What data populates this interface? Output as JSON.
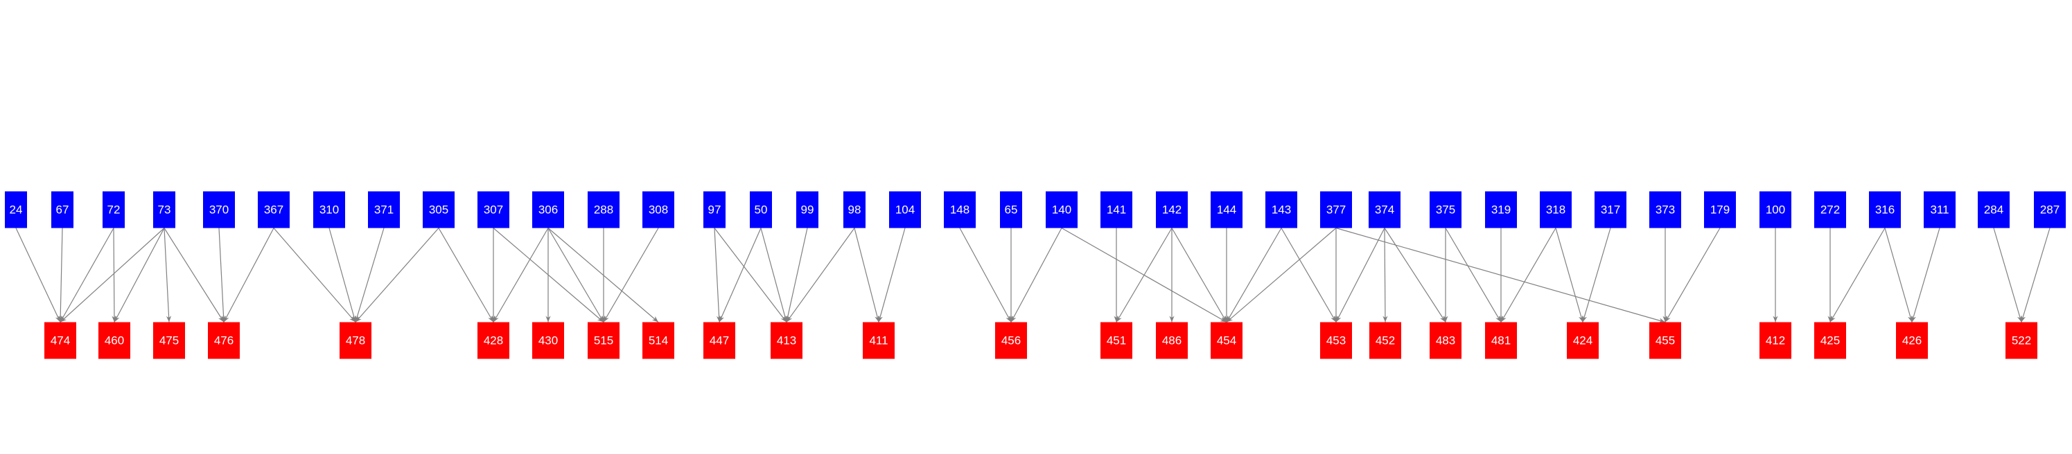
{
  "colors": {
    "source": "#0000ff",
    "target": "#ff0000",
    "edge": "#808080",
    "text": "#ffffff"
  },
  "source_nodes": [
    "24",
    "67",
    "72",
    "73",
    "370",
    "367",
    "310",
    "371",
    "305",
    "307",
    "306",
    "288",
    "308",
    "97",
    "50",
    "99",
    "98",
    "104",
    "148",
    "65",
    "140",
    "141",
    "142",
    "144",
    "143",
    "377",
    "374",
    "375",
    "319",
    "318",
    "317",
    "373",
    "179",
    "100",
    "272",
    "316",
    "311",
    "284",
    "287"
  ],
  "target_nodes": [
    "474",
    "460",
    "475",
    "476",
    "478",
    "428",
    "430",
    "515",
    "514",
    "447",
    "413",
    "411",
    "456",
    "451",
    "486",
    "454",
    "453",
    "452",
    "483",
    "481",
    "424",
    "455",
    "412",
    "425",
    "426",
    "522"
  ],
  "edges": [
    [
      "24",
      "474"
    ],
    [
      "67",
      "474"
    ],
    [
      "72",
      "474"
    ],
    [
      "72",
      "460"
    ],
    [
      "73",
      "474"
    ],
    [
      "73",
      "460"
    ],
    [
      "73",
      "475"
    ],
    [
      "73",
      "476"
    ],
    [
      "370",
      "476"
    ],
    [
      "367",
      "476"
    ],
    [
      "367",
      "478"
    ],
    [
      "310",
      "478"
    ],
    [
      "371",
      "478"
    ],
    [
      "305",
      "478"
    ],
    [
      "305",
      "428"
    ],
    [
      "307",
      "428"
    ],
    [
      "307",
      "515"
    ],
    [
      "306",
      "428"
    ],
    [
      "306",
      "430"
    ],
    [
      "306",
      "515"
    ],
    [
      "306",
      "514"
    ],
    [
      "288",
      "515"
    ],
    [
      "308",
      "515"
    ],
    [
      "97",
      "447"
    ],
    [
      "97",
      "413"
    ],
    [
      "50",
      "447"
    ],
    [
      "50",
      "413"
    ],
    [
      "99",
      "413"
    ],
    [
      "98",
      "413"
    ],
    [
      "98",
      "411"
    ],
    [
      "104",
      "411"
    ],
    [
      "148",
      "456"
    ],
    [
      "65",
      "456"
    ],
    [
      "140",
      "456"
    ],
    [
      "140",
      "454"
    ],
    [
      "141",
      "451"
    ],
    [
      "142",
      "451"
    ],
    [
      "142",
      "486"
    ],
    [
      "142",
      "454"
    ],
    [
      "144",
      "454"
    ],
    [
      "143",
      "454"
    ],
    [
      "143",
      "453"
    ],
    [
      "377",
      "454"
    ],
    [
      "377",
      "453"
    ],
    [
      "377",
      "455"
    ],
    [
      "374",
      "453"
    ],
    [
      "374",
      "452"
    ],
    [
      "374",
      "483"
    ],
    [
      "375",
      "483"
    ],
    [
      "375",
      "481"
    ],
    [
      "319",
      "481"
    ],
    [
      "318",
      "481"
    ],
    [
      "318",
      "424"
    ],
    [
      "317",
      "424"
    ],
    [
      "373",
      "455"
    ],
    [
      "179",
      "455"
    ],
    [
      "100",
      "412"
    ],
    [
      "272",
      "425"
    ],
    [
      "316",
      "425"
    ],
    [
      "316",
      "426"
    ],
    [
      "311",
      "426"
    ],
    [
      "284",
      "522"
    ],
    [
      "287",
      "522"
    ]
  ]
}
